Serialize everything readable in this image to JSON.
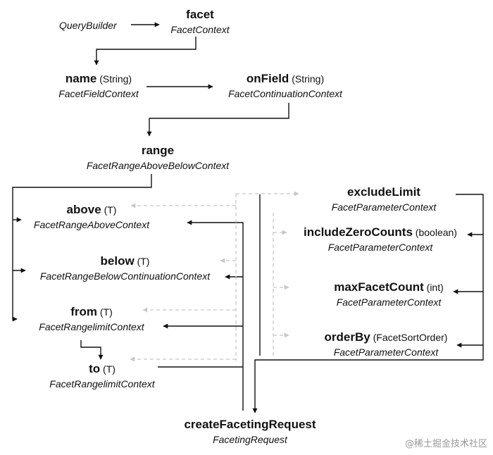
{
  "nodes": {
    "query_builder": {
      "ctx": "QueryBuilder"
    },
    "facet": {
      "name": "facet",
      "ctx": "FacetContext"
    },
    "name": {
      "name": "name",
      "param": " (String)",
      "ctx": "FacetFieldContext"
    },
    "on_field": {
      "name": "onField",
      "param": " (String)",
      "ctx": "FacetContinuationContext"
    },
    "range": {
      "name": "range",
      "ctx": "FacetRangeAboveBelowContext"
    },
    "above": {
      "name": "above",
      "param": " (T)",
      "ctx": "FacetRangeAboveContext"
    },
    "below": {
      "name": "below",
      "param": " (T)",
      "ctx": "FacetRangeBelowContinuationContext"
    },
    "from": {
      "name": "from",
      "param": " (T)",
      "ctx": "FacetRangelimitContext"
    },
    "to": {
      "name": "to",
      "param": " (T)",
      "ctx": "FacetRangelimitContext"
    },
    "exclude_limit": {
      "name": "excludeLimit",
      "ctx": "FacetParameterContext"
    },
    "include_zero_counts": {
      "name": "includeZeroCounts",
      "param": " (boolean)",
      "ctx": "FacetParameterContext"
    },
    "max_facet_count": {
      "name": "maxFacetCount",
      "param": " (int)",
      "ctx": "FacetParameterContext"
    },
    "order_by": {
      "name": "orderBy",
      "param": " (FacetSortOrder)",
      "ctx": "FacetParameterContext"
    },
    "create_faceting_request": {
      "name": "createFacetingRequest",
      "ctx": "FacetingRequest"
    }
  },
  "colors": {
    "solid_line": "#111111",
    "dashed_line": "#c8c8c8",
    "watermark": "#9a9a9a"
  },
  "watermark": "@稀土掘金技术社区"
}
